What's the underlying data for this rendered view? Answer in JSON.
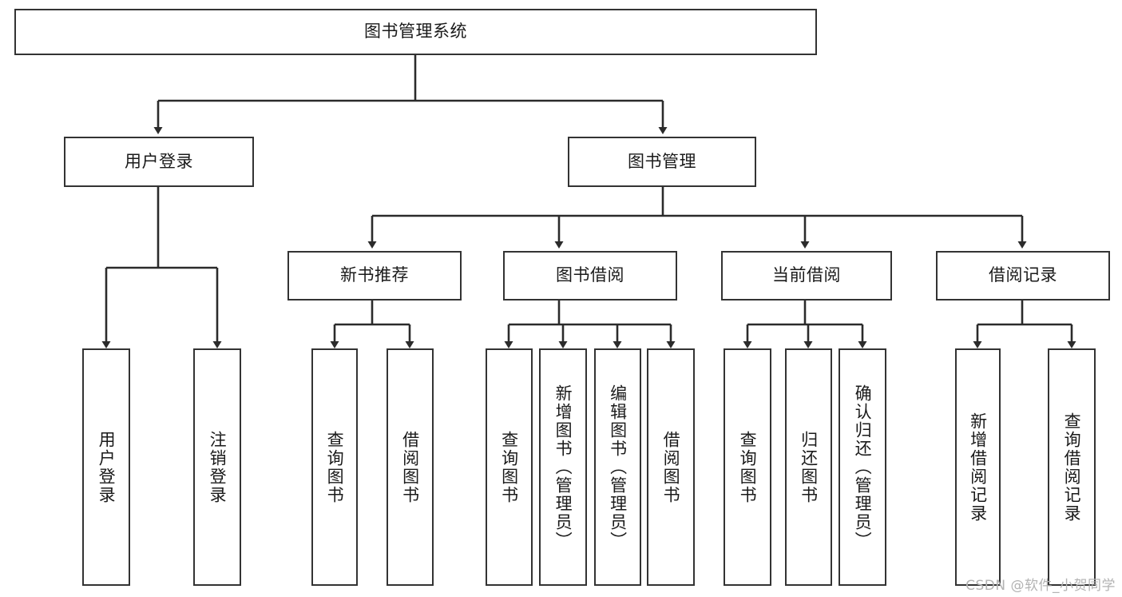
{
  "diagram": {
    "type": "tree-hierarchy-chart",
    "orientation": "top-down",
    "root": {
      "label": "图书管理系统"
    },
    "level1": [
      {
        "label": "用户登录"
      },
      {
        "label": "图书管理"
      }
    ],
    "level2": [
      {
        "label": "新书推荐",
        "parent": "图书管理"
      },
      {
        "label": "图书借阅",
        "parent": "图书管理"
      },
      {
        "label": "当前借阅",
        "parent": "图书管理"
      },
      {
        "label": "借阅记录",
        "parent": "图书管理"
      }
    ],
    "leaves": {
      "user_login": [
        {
          "label": "用户登录"
        },
        {
          "label": "注销登录"
        }
      ],
      "new_book_recommend": [
        {
          "label": "查询图书"
        },
        {
          "label": "借阅图书"
        }
      ],
      "book_borrow": [
        {
          "label": "查询图书"
        },
        {
          "label": "新增图书（管理员）"
        },
        {
          "label": "编辑图书（管理员）"
        },
        {
          "label": "借阅图书"
        }
      ],
      "current_borrow": [
        {
          "label": "查询图书"
        },
        {
          "label": "归还图书"
        },
        {
          "label": "确认归还（管理员）"
        }
      ],
      "borrow_record": [
        {
          "label": "新增借阅记录"
        },
        {
          "label": "查询借阅记录"
        }
      ]
    },
    "watermark": "CSDN @软件_小贺同学",
    "colors": {
      "box_border": "#333333",
      "box_fill": "#ffffff",
      "connector": "#2b2b2b",
      "text": "#1a1a1a",
      "watermark": "#b3b3b3",
      "background": "#ffffff"
    }
  }
}
